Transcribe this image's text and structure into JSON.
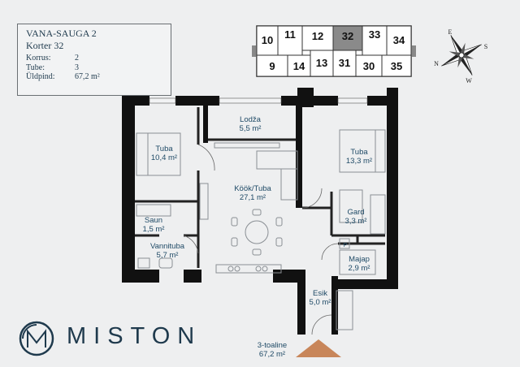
{
  "info": {
    "project": "VANA-SAUGA 2",
    "apartment": "Korter 32",
    "rows": [
      {
        "label": "Korrus:",
        "value": "2"
      },
      {
        "label": "Tube:",
        "value": "3"
      },
      {
        "label": "Üldpind:",
        "value": "67,2 m²"
      }
    ]
  },
  "minimap": {
    "top_units": [
      "10",
      "11",
      "12",
      "32",
      "33",
      "34"
    ],
    "bottom_units": [
      "9",
      "14",
      "13",
      "31",
      "30",
      "35"
    ],
    "highlighted": "32"
  },
  "compass": {
    "n": "N",
    "e": "E",
    "s": "S",
    "w": "W"
  },
  "rooms": [
    {
      "name": "Lodža",
      "area": "5,5 m²"
    },
    {
      "name": "Tuba",
      "area": "10,4 m²"
    },
    {
      "name": "Tuba",
      "area": "13,3 m²"
    },
    {
      "name": "Köök/Tuba",
      "area": "27,1 m²"
    },
    {
      "name": "Gard",
      "area": "3,3 m²"
    },
    {
      "name": "Saun",
      "area": "1,5 m²"
    },
    {
      "name": "Vannituba",
      "area": "5,7 m²"
    },
    {
      "name": "Majap",
      "area": "2,9 m²"
    },
    {
      "name": "Esik",
      "area": "5,0 m²"
    }
  ],
  "closet_label": "P",
  "total": {
    "label": "3-toaline",
    "area": "67,2 m²"
  },
  "brand": {
    "name": "MISTON"
  },
  "colors": {
    "wall": "#111111",
    "text": "#1f4a66",
    "entrance": "#c8865a",
    "highlight": "#8a8a8a"
  }
}
